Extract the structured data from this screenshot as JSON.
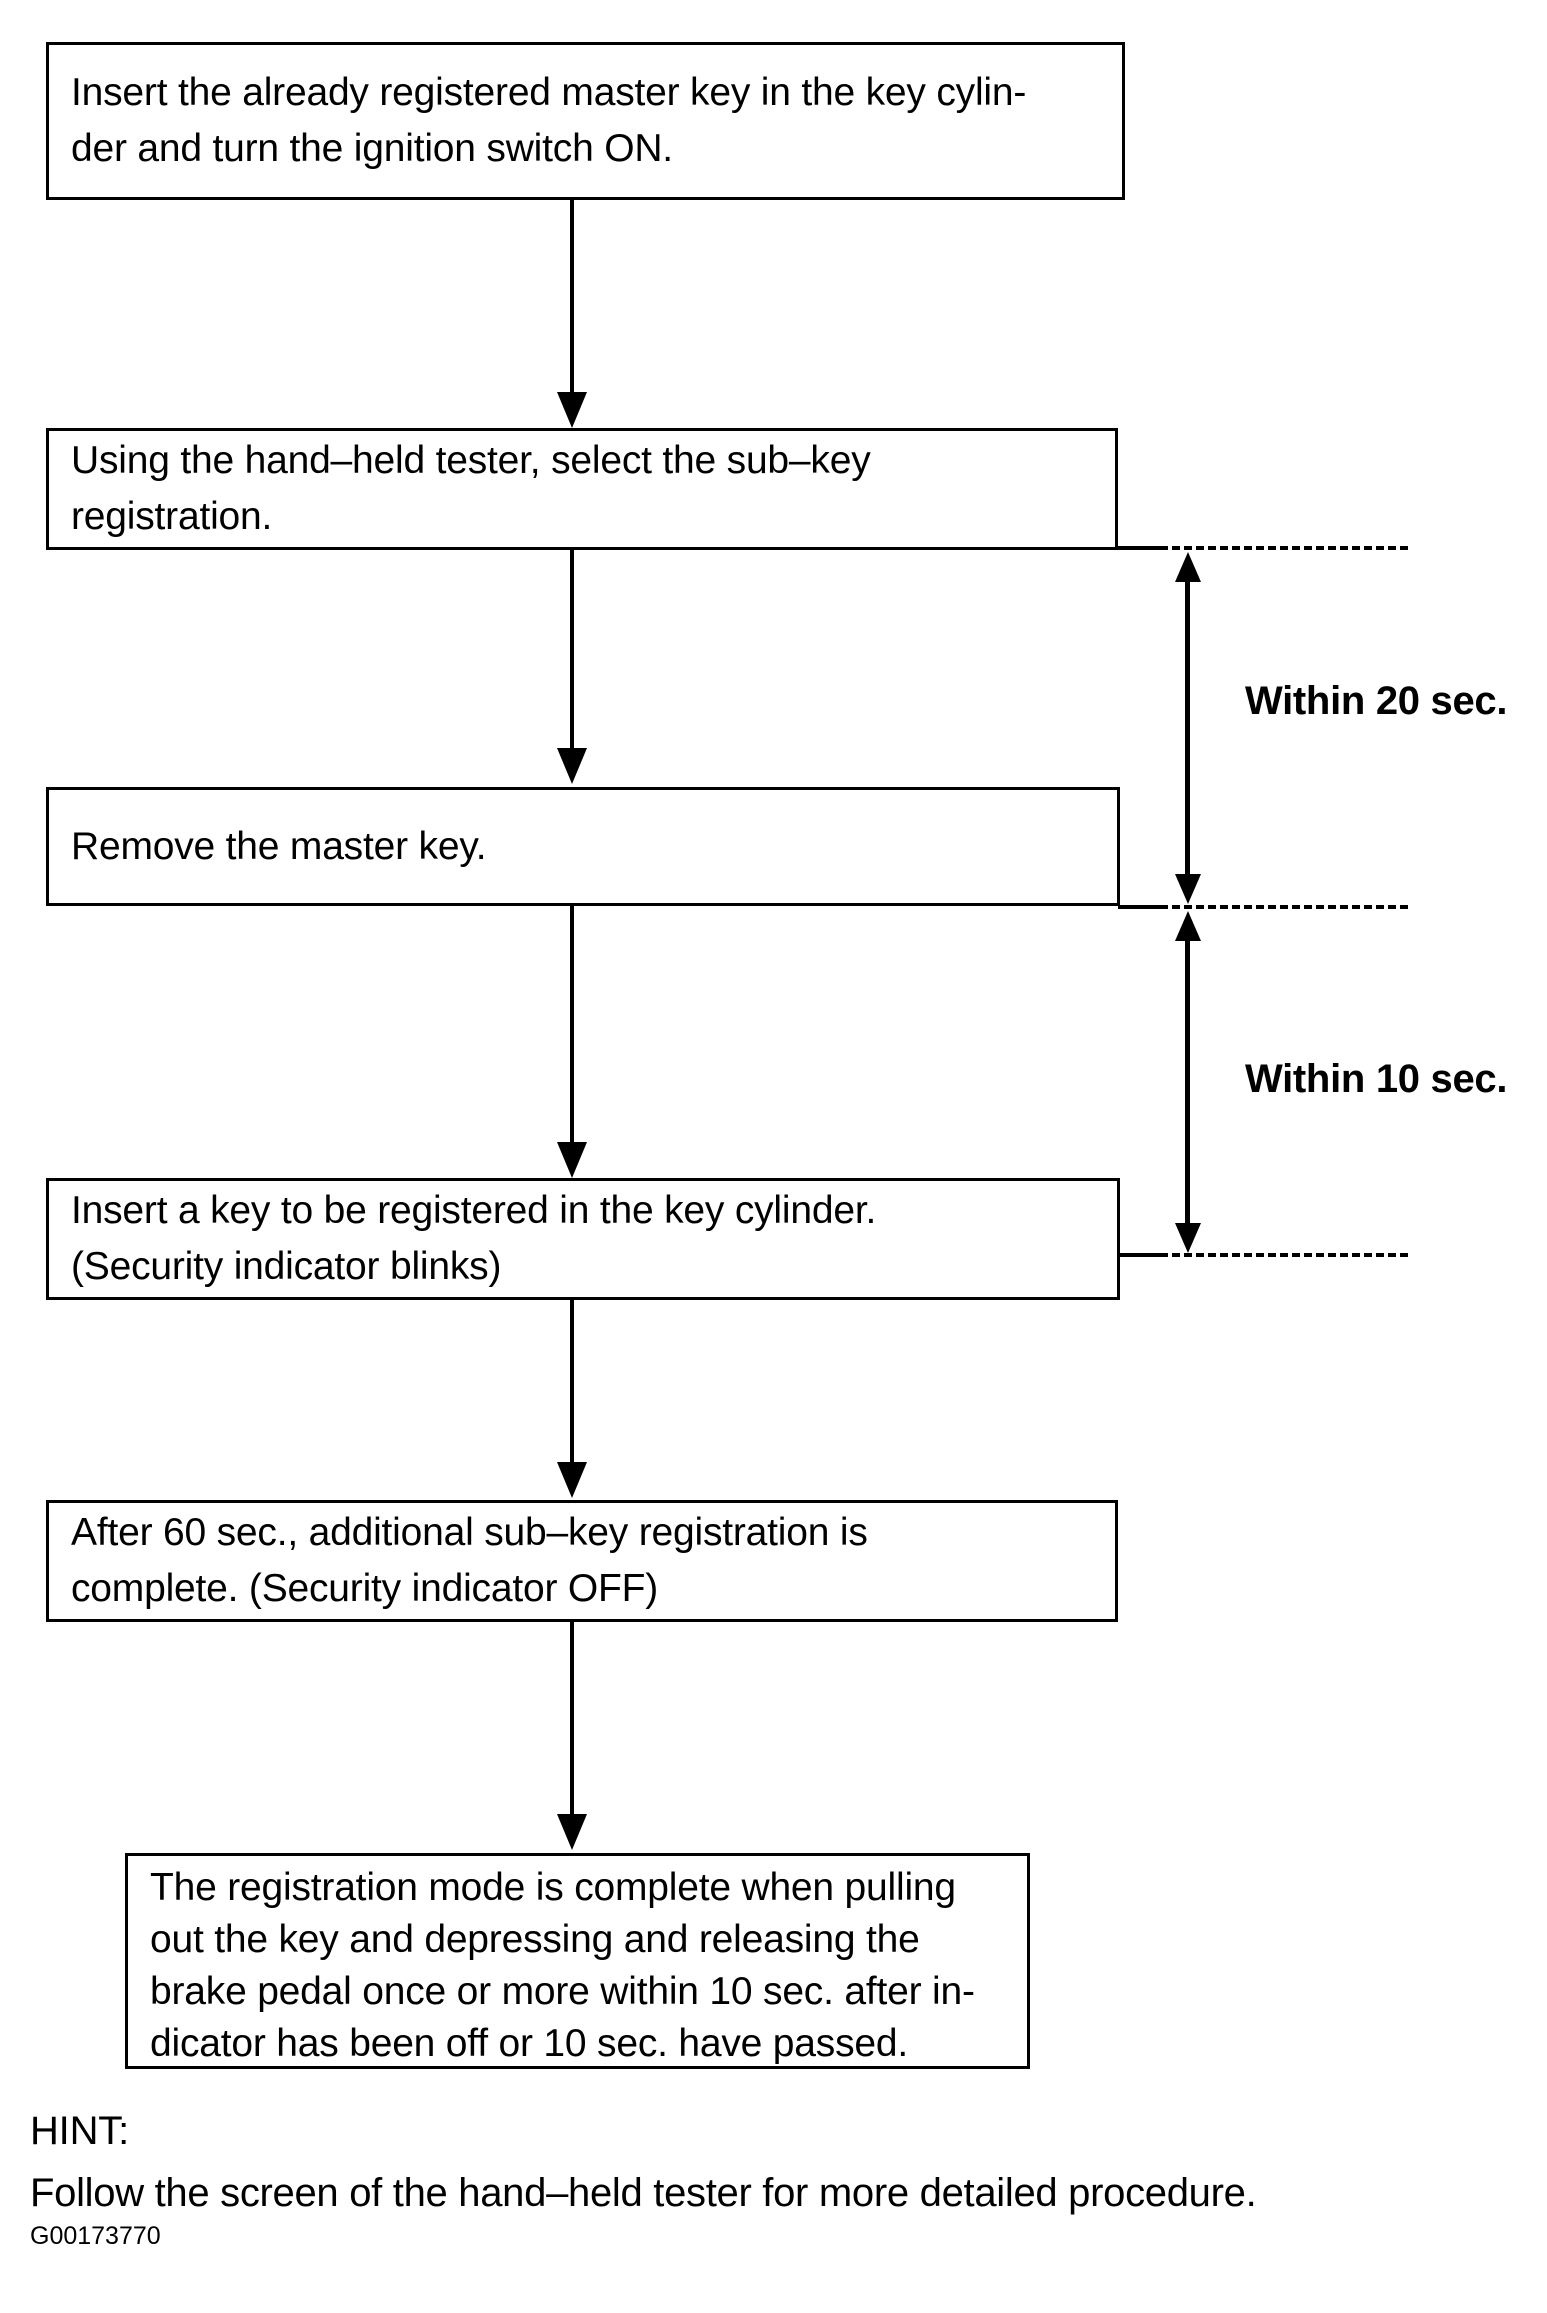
{
  "diagram": {
    "title": "Sub-key registration procedure flowchart",
    "ink_color": "#000000",
    "background_color": "#ffffff",
    "steps": [
      {
        "id": "step-1",
        "lines": [
          "Insert the already registered master key in the key cylin-",
          "der and turn the ignition switch ON."
        ]
      },
      {
        "id": "step-2",
        "lines": [
          "Using the hand–held tester, select the sub–key",
          "registration."
        ]
      },
      {
        "id": "step-3",
        "lines": [
          "Remove the master key."
        ]
      },
      {
        "id": "step-4",
        "lines": [
          "Insert a key to be registered in the key cylinder.",
          "(Security indicator blinks)"
        ]
      },
      {
        "id": "step-5",
        "lines": [
          "After 60 sec., additional sub–key registration is",
          "complete. (Security indicator OFF)"
        ]
      },
      {
        "id": "step-6",
        "lines": [
          "The registration mode is complete when pulling",
          "out the key and depressing and releasing the",
          "brake pedal once or more within 10 sec. after in-",
          "dicator has been off or 10 sec. have passed."
        ]
      }
    ],
    "timing_annotations": [
      {
        "id": "timing-20",
        "label": "Within 20 sec.",
        "from_step": "step-2",
        "to_step": "step-3"
      },
      {
        "id": "timing-10",
        "label": "Within 10 sec.",
        "from_step": "step-3",
        "to_step": "step-4"
      }
    ]
  },
  "footer": {
    "hint_label": "HINT:",
    "hint_text": "Follow the screen of the hand–held tester for more detailed procedure.",
    "doc_code": "G00173770"
  }
}
